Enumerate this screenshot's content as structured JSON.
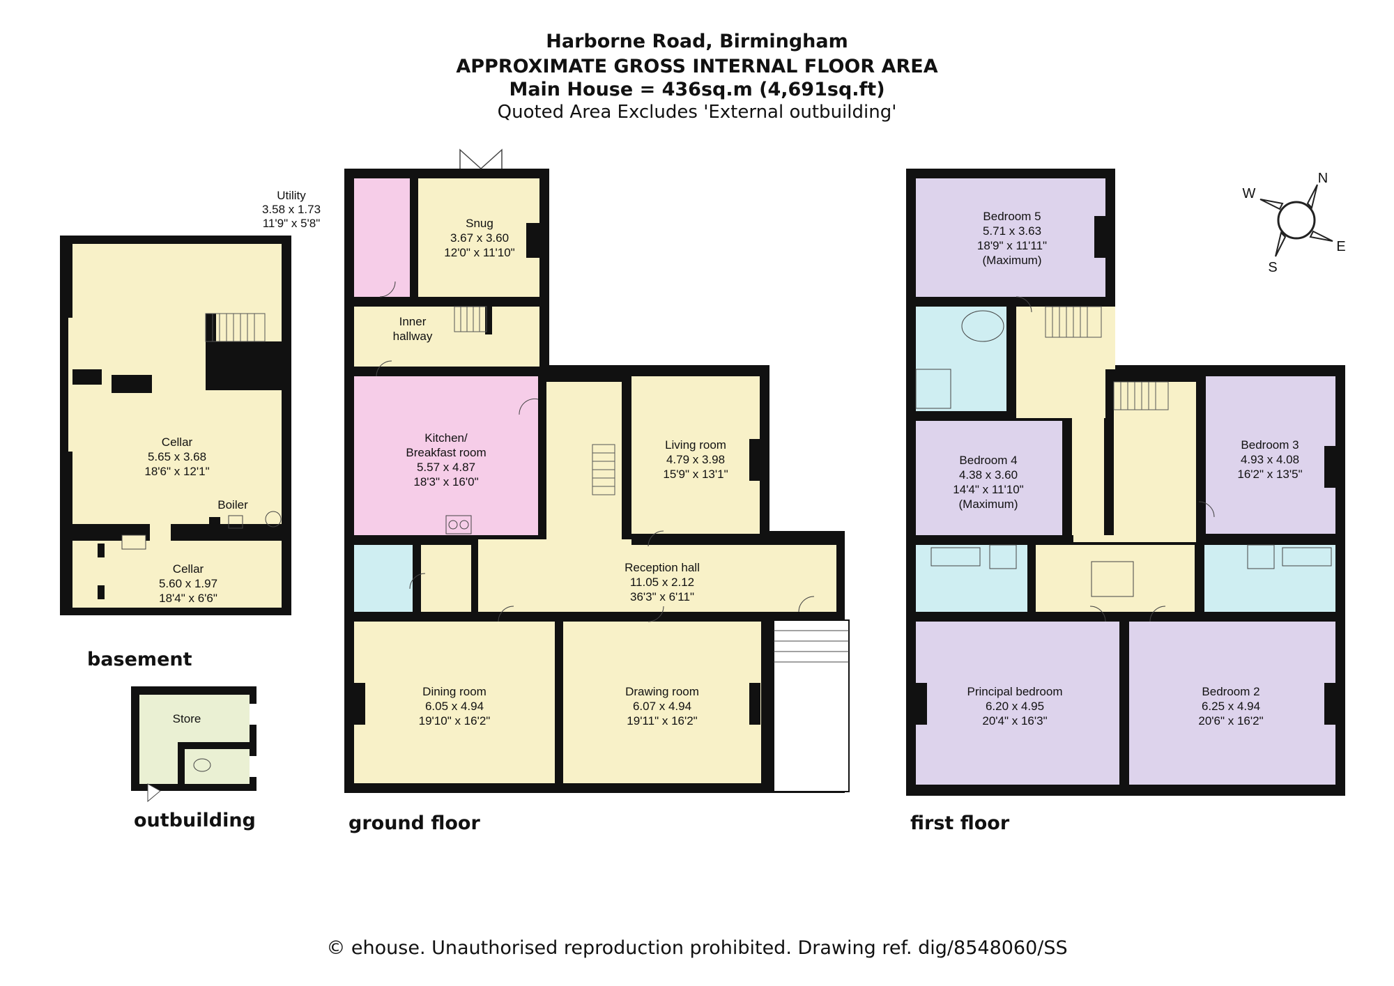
{
  "header": {
    "title": "Harborne Road, Birmingham",
    "subtitle": "APPROXIMATE GROSS INTERNAL FLOOR AREA",
    "area": "Main House = 436sq.m (4,691sq.ft)",
    "note": "Quoted Area Excludes 'External outbuilding'"
  },
  "floors": {
    "basement": "basement",
    "outbuilding": "outbuilding",
    "ground": "ground floor",
    "first": "first floor"
  },
  "compass": {
    "n": "N",
    "e": "E",
    "s": "S",
    "w": "W"
  },
  "colors": {
    "cream": "#f8f1c8",
    "pink": "#f6cde8",
    "blue": "#cfeef2",
    "lilac": "#ddd3ec",
    "green": "#eaf0d3",
    "wall": "#111111"
  },
  "rooms": {
    "cellar1": [
      "Cellar",
      "5.65 x 3.68",
      "18'6\" x 12'1\""
    ],
    "boiler": [
      "Boiler"
    ],
    "cellar2": [
      "Cellar",
      "5.60 x 1.97",
      "18'4\" x 6'6\""
    ],
    "store": [
      "Store"
    ],
    "utility": [
      "Utility",
      "3.58 x 1.73",
      "11'9\" x 5'8\""
    ],
    "snug": [
      "Snug",
      "3.67 x 3.60",
      "12'0\" x 11'10\""
    ],
    "inner": [
      "Inner",
      "hallway"
    ],
    "kitchen": [
      "Kitchen/",
      "Breakfast room",
      "5.57 x 4.87",
      "18'3\" x 16'0\""
    ],
    "living": [
      "Living room",
      "4.79 x 3.98",
      "15'9\" x 13'1\""
    ],
    "reception": [
      "Reception hall",
      "11.05 x 2.12",
      "36'3\" x 6'11\""
    ],
    "dining": [
      "Dining room",
      "6.05 x 4.94",
      "19'10\" x 16'2\""
    ],
    "drawing": [
      "Drawing room",
      "6.07 x 4.94",
      "19'11\" x 16'2\""
    ],
    "bed5": [
      "Bedroom 5",
      "5.71 x 3.63",
      "18'9\" x 11'11\"",
      "(Maximum)"
    ],
    "bed4": [
      "Bedroom 4",
      "4.38 x 3.60",
      "14'4\" x 11'10\"",
      "(Maximum)"
    ],
    "bed3": [
      "Bedroom 3",
      "4.93 x 4.08",
      "16'2\" x 13'5\""
    ],
    "principal": [
      "Principal bedroom",
      "6.20 x 4.95",
      "20'4\" x 16'3\""
    ],
    "bed2": [
      "Bedroom 2",
      "6.25 x 4.94",
      "20'6\" x 16'2\""
    ]
  },
  "footer": "© ehouse. Unauthorised reproduction prohibited. Drawing ref. dig/8548060/SS"
}
